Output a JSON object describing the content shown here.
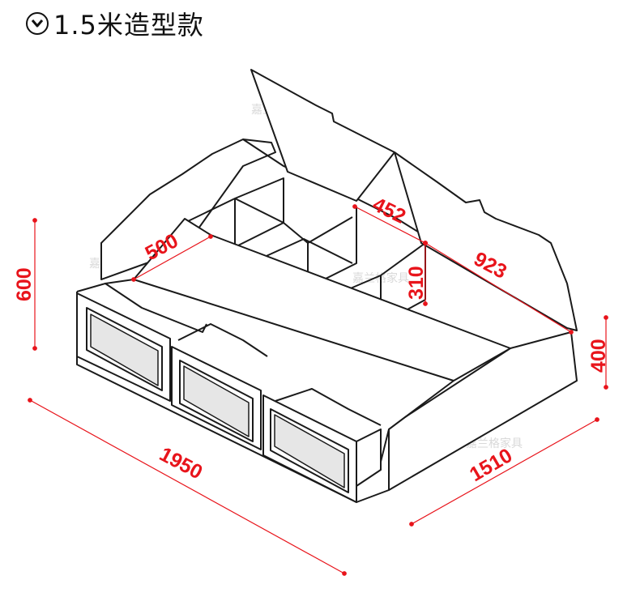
{
  "title": {
    "text": "1.5米造型款",
    "icon": "chevron-down-circle-icon"
  },
  "dimensions": {
    "overall_length": "1950",
    "overall_width": "1510",
    "headboard_height": "600",
    "bed_height": "400",
    "compartment_width": "452",
    "compartment_height": "310",
    "lid_length": "923",
    "step_width": "500"
  },
  "watermark": "嘉兰格家具",
  "colors": {
    "dimension": "#e8141b",
    "outline": "#1a1a1a",
    "watermark": "#d9d9d9"
  }
}
